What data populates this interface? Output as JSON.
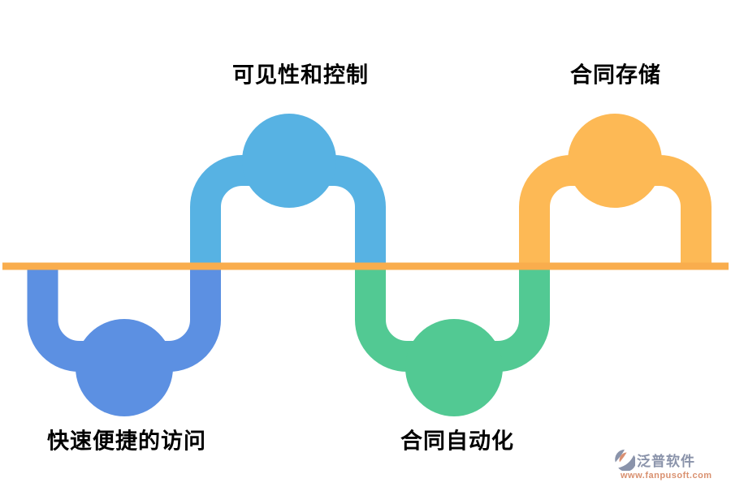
{
  "diagram": {
    "type": "wave-process",
    "background": "#FFFFFF",
    "baseline_color": "#F9AD4D",
    "text_color": "#000000",
    "nodes": [
      {
        "label": "快速便捷的访问",
        "position": "bottom-left",
        "color": "#5C90E2"
      },
      {
        "label": "可见性和控制",
        "position": "top-left",
        "color": "#57B2E3"
      },
      {
        "label": "合同自动化",
        "position": "bottom-right",
        "color": "#52C993"
      },
      {
        "label": "合同存储",
        "position": "top-right",
        "color": "#FDB955"
      }
    ]
  },
  "watermark": {
    "brand": "泛普软件",
    "url": "www.fanpusoft.com",
    "brand_color": "#8A93AA",
    "url_color": "#D9906F",
    "logo_accent_color": "#D98F72"
  }
}
